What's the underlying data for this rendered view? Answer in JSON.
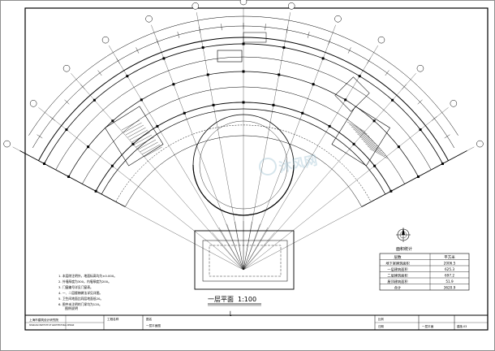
{
  "drawing": {
    "plan_title": "一层平面",
    "plan_scale": "1:100",
    "sheet_label": "一层平面"
  },
  "area_table": {
    "header_text": "面积统计",
    "col_headers": [
      "层数",
      "平方米"
    ],
    "rows": [
      {
        "label": "地下室建筑面积",
        "value": "2006.5"
      },
      {
        "label": "一层建筑面积",
        "value": "625.3"
      },
      {
        "label": "二层建筑面积",
        "value": "697.2"
      },
      {
        "label": "屋顶建筑面积",
        "value": "51.9"
      },
      {
        "label": "合计",
        "value": "3620.9"
      }
    ]
  },
  "notes": {
    "items": [
      "1. 本层除注明外，地面标高均为±0.000。",
      "2. 外墙厚度为300，内墙厚度为200。",
      "3. 门窗编号详见门窗表。",
      "4. 一、二层楼梯做法详见详图。",
      "5. 卫生间地面比同层地面低20。",
      "6. 图中未注明的门垛均为120。"
    ],
    "legend_label": "图例说明"
  },
  "title_block": {
    "company": "上海市建筑设计研究院",
    "company_en": "SHANGHAI INSTITUTE OF ARCHITECTURAL DESIGN",
    "project_label": "工程名称",
    "drawing_label": "图名",
    "drawing_name": "一层平面图",
    "sheet_no": "建施-03",
    "scale_label": "比例",
    "date_label": "日期"
  }
}
